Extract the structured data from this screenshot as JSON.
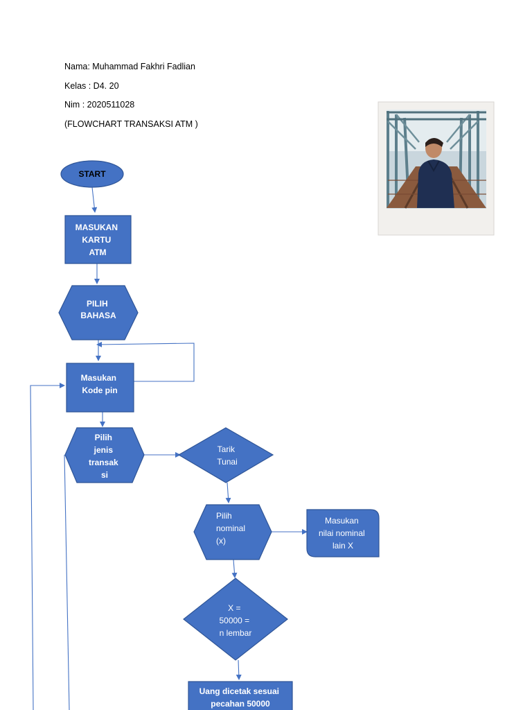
{
  "header": {
    "name": "Nama: Muhammad Fakhri Fadlian",
    "kelas": "Kelas : D4. 20",
    "nim": "Nim : 2020511028",
    "title": "(FLOWCHART TRANSAKSI ATM  )"
  },
  "flowchart": {
    "start": "START",
    "insert_card": [
      "MASUKAN",
      "KARTU",
      "ATM"
    ],
    "choose_language": [
      "PILIH",
      "BAHASA"
    ],
    "enter_pin": [
      "Masukan",
      "Kode pin"
    ],
    "choose_transaction": [
      "Pilih",
      "jenis",
      "transak",
      "si"
    ],
    "withdraw": [
      "Tarik",
      "Tunai"
    ],
    "choose_nominal": [
      "Pilih",
      "nominal",
      "(x)"
    ],
    "other_nominal": [
      "Masukan",
      "nilai nominal",
      "lain X"
    ],
    "decision": [
      "X =",
      "50000 =",
      "n lembar"
    ],
    "print_money": [
      "Uang dicetak sesuai",
      "pecahan 50000"
    ]
  },
  "colors": {
    "shape_fill": "#4472c4",
    "shape_border": "#2f5597",
    "arrow": "#4472c4"
  },
  "photo": {
    "description_icon": "portrait-photo"
  }
}
